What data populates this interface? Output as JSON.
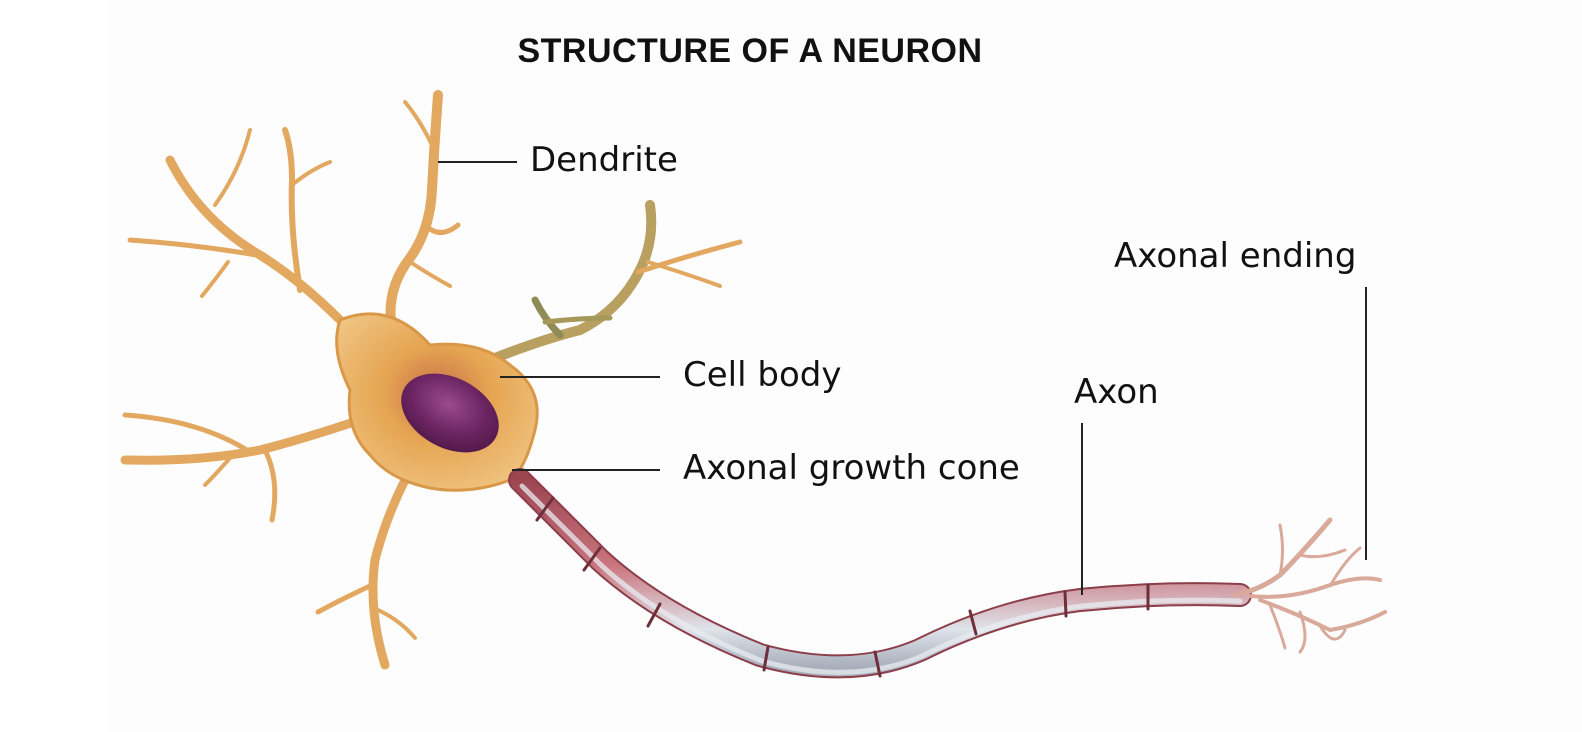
{
  "title": "STRUCTURE OF A NEURON",
  "labels": {
    "dendrite": "Dendrite",
    "cell_body": "Cell body",
    "axonal_growth_cone": "Axonal growth cone",
    "axon": "Axon",
    "axonal_ending": "Axonal ending"
  },
  "colors": {
    "dendrite": "#e8b26a",
    "cell_body": "#e2a04e",
    "nucleus": "#6a2460",
    "axon": "#b05560",
    "myelin_highlight": "#dfe3ea",
    "leader_line": "#222222"
  }
}
